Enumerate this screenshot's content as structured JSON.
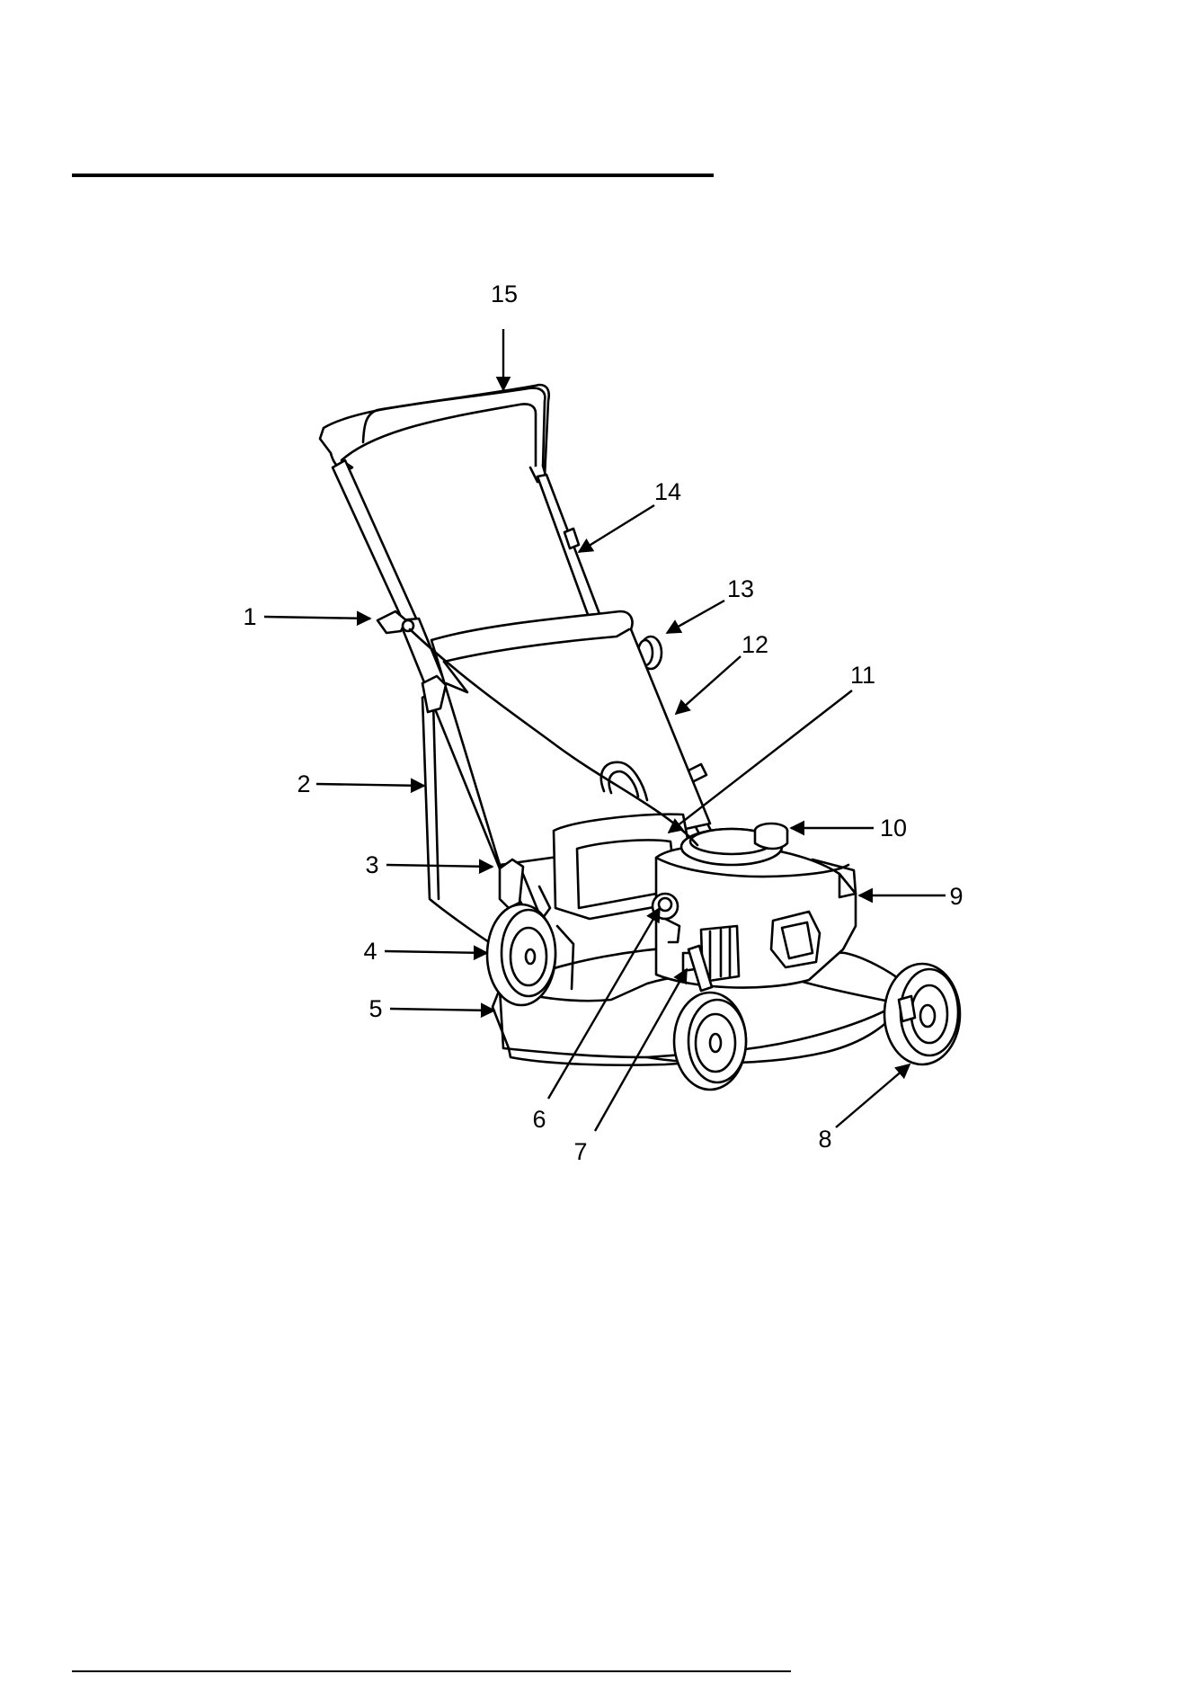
{
  "diagram": {
    "kind": "exploded-parts-illustration",
    "subject": "lawn mower",
    "callouts": [
      {
        "id": "1",
        "label": "1"
      },
      {
        "id": "2",
        "label": "2"
      },
      {
        "id": "3",
        "label": "3"
      },
      {
        "id": "4",
        "label": "4"
      },
      {
        "id": "5",
        "label": "5"
      },
      {
        "id": "6",
        "label": "6"
      },
      {
        "id": "7",
        "label": "7"
      },
      {
        "id": "8",
        "label": "8"
      },
      {
        "id": "9",
        "label": "9"
      },
      {
        "id": "10",
        "label": "10"
      },
      {
        "id": "11",
        "label": "11"
      },
      {
        "id": "12",
        "label": "12"
      },
      {
        "id": "13",
        "label": "13"
      },
      {
        "id": "14",
        "label": "14"
      },
      {
        "id": "15",
        "label": "15"
      }
    ]
  }
}
